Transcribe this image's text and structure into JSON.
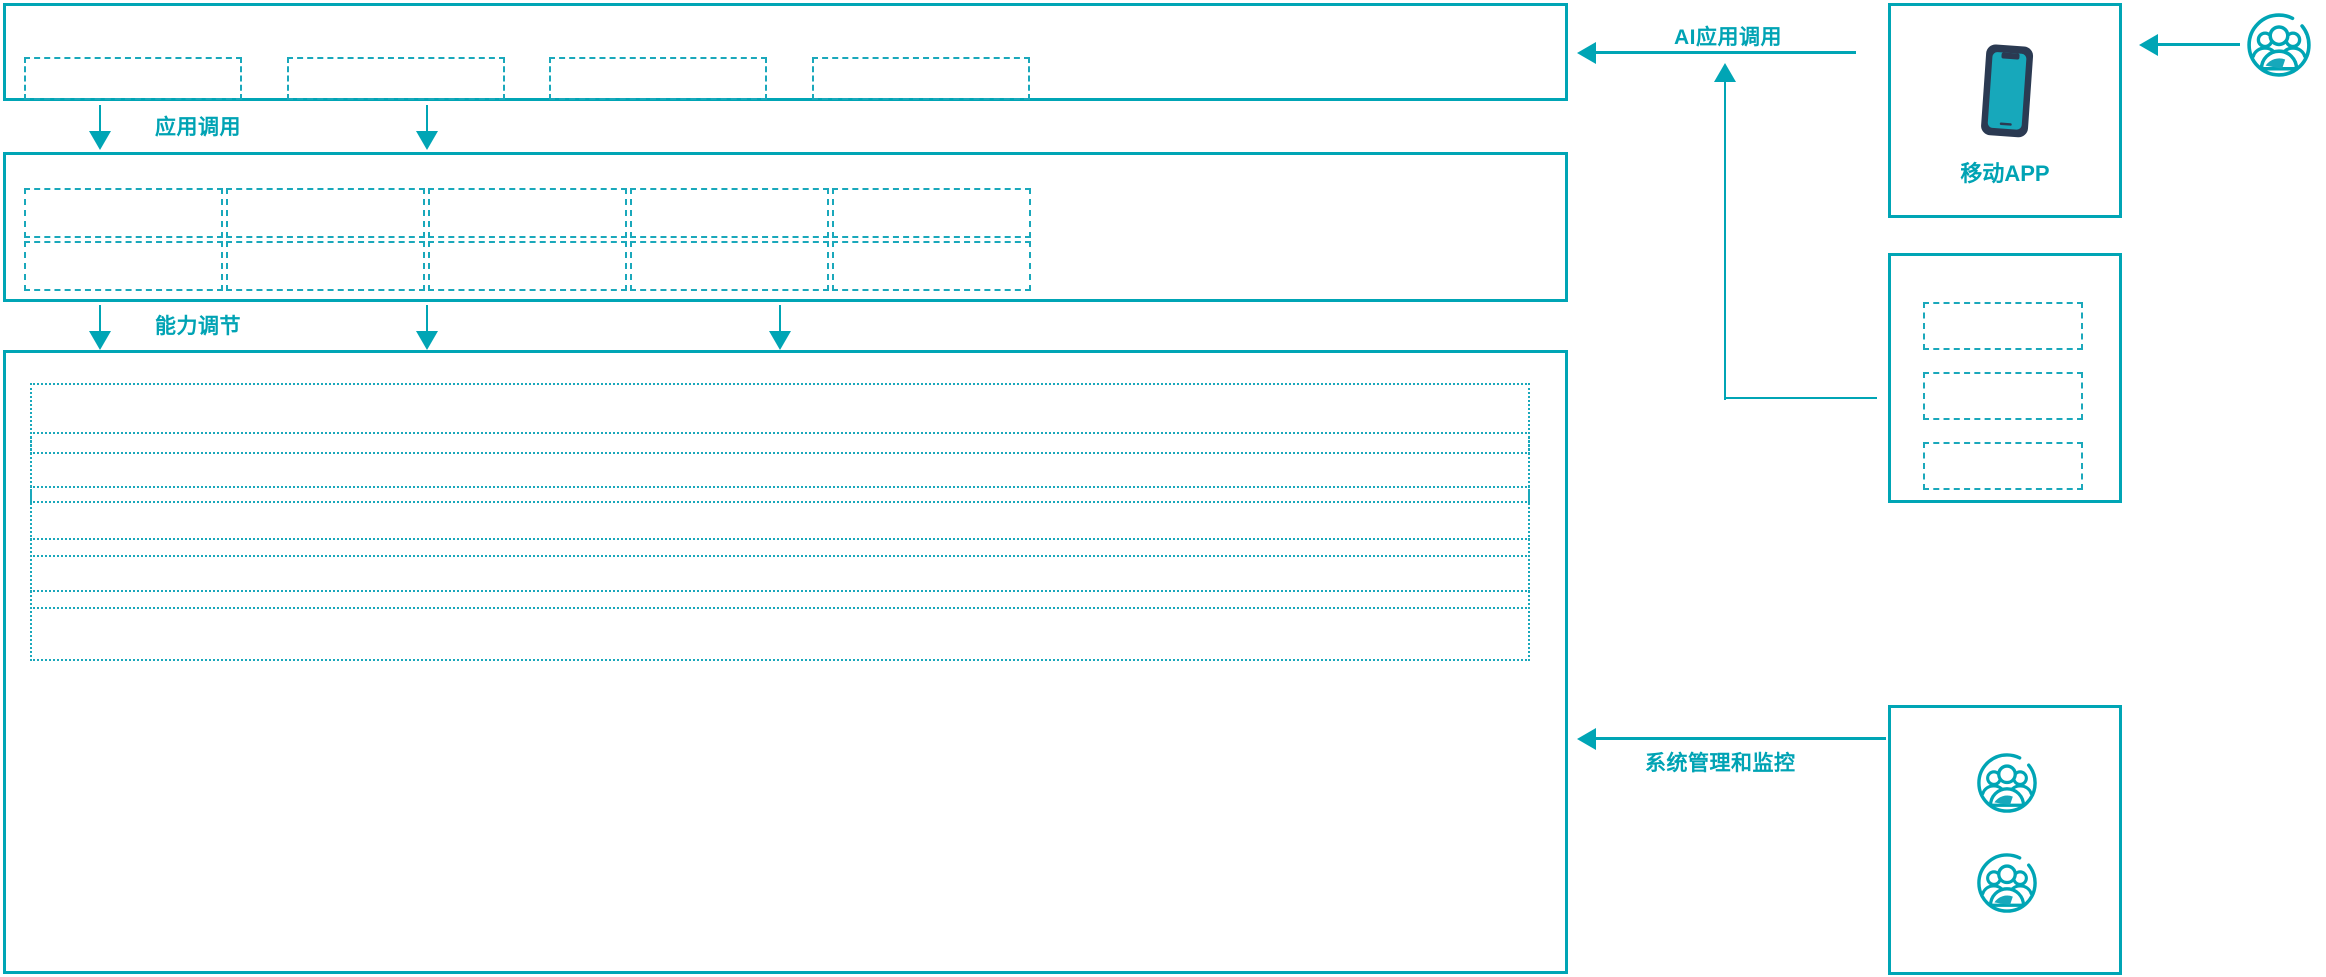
{
  "diagram": {
    "accent_color": "#00a5b5",
    "dashed_color": "#1aa8bb",
    "phone_body_color": "#2b3a52",
    "phone_screen_color": "#17a8bb",
    "background": "#ffffff"
  },
  "layers": {
    "application_layer": {
      "name": "application-layer",
      "boxes": [
        {
          "label": ""
        },
        {
          "label": ""
        },
        {
          "label": ""
        },
        {
          "label": ""
        }
      ]
    },
    "capability_layer": {
      "name": "capability-layer",
      "rows": [
        [
          {
            "label": ""
          },
          {
            "label": ""
          },
          {
            "label": ""
          },
          {
            "label": ""
          },
          {
            "label": ""
          }
        ],
        [
          {
            "label": ""
          },
          {
            "label": ""
          },
          {
            "label": ""
          },
          {
            "label": ""
          },
          {
            "label": ""
          }
        ]
      ]
    },
    "platform_layer": {
      "name": "platform-layer",
      "bars": [
        {
          "label": ""
        },
        {
          "label": ""
        },
        {
          "label": ""
        },
        {
          "label": ""
        },
        {
          "label": ""
        }
      ]
    }
  },
  "flows": {
    "app_invoke": {
      "label": "应用调用",
      "direction": "down"
    },
    "capability_adjust": {
      "label": "能力调节",
      "direction": "down"
    },
    "ai_app_invoke": {
      "label": "AI应用调用",
      "direction": "left"
    },
    "system_manage_monitor": {
      "label": "系统管理和监控",
      "direction": "left"
    }
  },
  "actors": {
    "mobile_app_card": {
      "caption": "移动APP",
      "icon": "mobile-phone-icon"
    },
    "modules_card": {
      "caption": "",
      "boxes": [
        {
          "label": ""
        },
        {
          "label": ""
        },
        {
          "label": ""
        }
      ]
    },
    "operators_card": {
      "caption": "",
      "icons": [
        "users-group-icon",
        "users-group-icon"
      ]
    },
    "end_user": {
      "icon": "users-group-icon",
      "caption": ""
    }
  }
}
